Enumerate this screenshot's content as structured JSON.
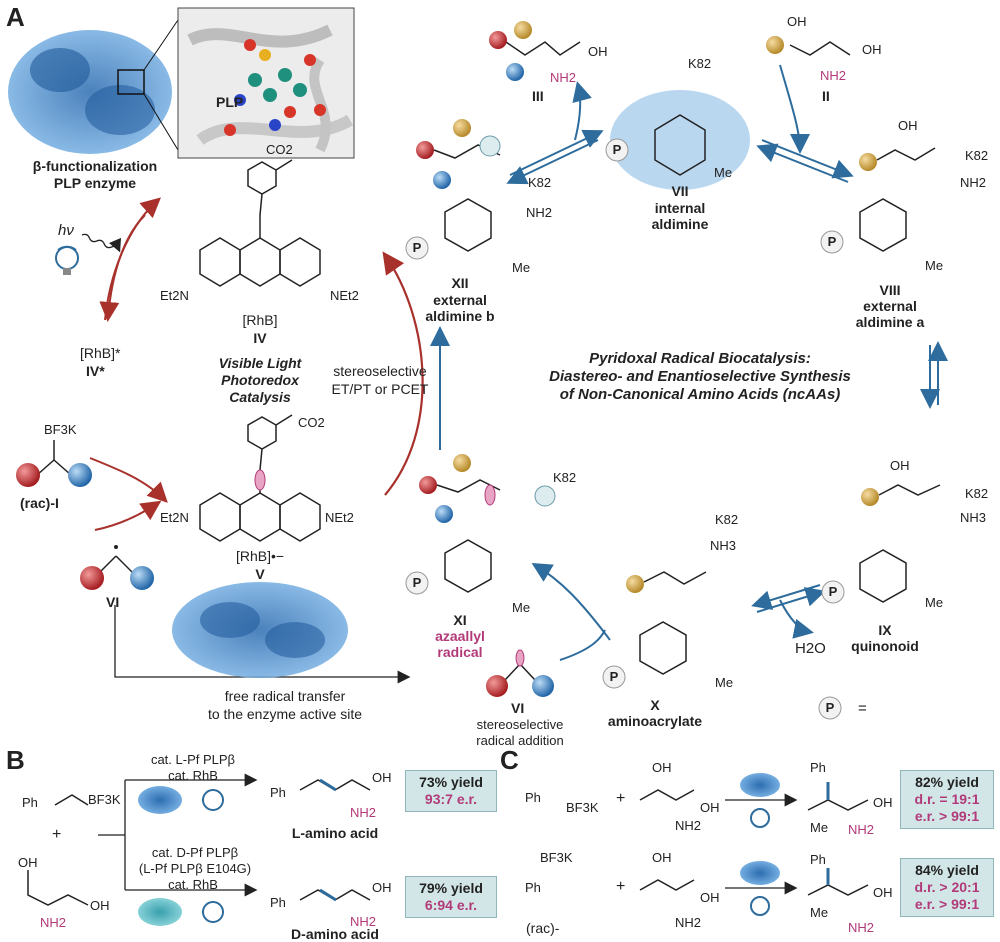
{
  "panels": {
    "a": "A",
    "b": "B",
    "c": "C"
  },
  "enzyme": {
    "pdb_label": "PLP",
    "caption_line1": "β-functionalization",
    "caption_line2": "PLP enzyme"
  },
  "photocat": {
    "hv": "hν",
    "rhb_star": "[RhB]*",
    "iv_star": "IV*",
    "rhb_iv_name": "[RhB]",
    "iv": "IV",
    "title1": "Visible Light",
    "title2": "Photoredox",
    "title3": "Catalysis",
    "rhb_v_name": "[RhB]•−",
    "v": "V",
    "net2": "Et2N",
    "net2_right": "NEt2",
    "co2": "CO2"
  },
  "substrate": {
    "bf3k": "BF3K",
    "rac_label": "(rac)-I",
    "vi": "VI"
  },
  "transfer": {
    "line1": "free radical transfer",
    "line2": "to the enzyme active site"
  },
  "stereo": {
    "line1": "stereoselective",
    "line2": "ET/PT or PCET"
  },
  "title": {
    "line1": "Pyridoxal Radical Biocatalysis:",
    "line2": "Diastereo- and Enantioselective Synthesis",
    "line3": "of Non-Canonical Amino Acids (ncAAs)"
  },
  "species": {
    "iii": "III",
    "ii": "II",
    "vii": "VII",
    "vii_name1": "internal",
    "vii_name2": "aldimine",
    "viii": "VIII",
    "viii_name1": "external",
    "viii_name2": "aldimine a",
    "xii": "XII",
    "xii_name1": "external",
    "xii_name2": "aldimine b",
    "ix": "IX",
    "ix_name": "quinonoid",
    "x": "X",
    "x_name": "aminoacrylate",
    "xi": "XI",
    "xi_name1": "azaallyl",
    "xi_name2": "radical",
    "vi": "VI",
    "vi_caption1": "stereoselective",
    "vi_caption2": "radical addition",
    "h2o": "H2O",
    "k82": "K82",
    "nh2": "NH2",
    "nh3": "NH3",
    "me": "Me",
    "oh": "OH",
    "p": "P",
    "equals": "="
  },
  "panel_b": {
    "sub1": "Ph",
    "sub1_bf3k": "BF3K",
    "plus": "+",
    "top_cond1": "cat. L-Pf PLPβ",
    "top_cond2": "cat. RhB",
    "bot_cond1": "cat. D-Pf PLPβ",
    "bot_cond2": "(L-Pf PLPβ E104G)",
    "bot_cond3": "cat. RhB",
    "prod_l": "L-amino acid",
    "prod_d": "D-amino acid",
    "yield1": "73% yield",
    "er1": "93:7 e.r.",
    "yield2": "79% yield",
    "er2": "6:94 e.r."
  },
  "panel_c": {
    "rac": "(rac)-",
    "yield1": "82% yield",
    "dr1": "d.r. = 19:1",
    "er1": "e.r. > 99:1",
    "yield2": "84% yield",
    "dr2": "d.r. > 20:1",
    "er2": "e.r. > 99:1"
  },
  "colors": {
    "blue_arrow": "#2d6c9c",
    "red_arrow": "#a8312c",
    "pink": "#b23a78",
    "box": "#d2e6e8"
  }
}
